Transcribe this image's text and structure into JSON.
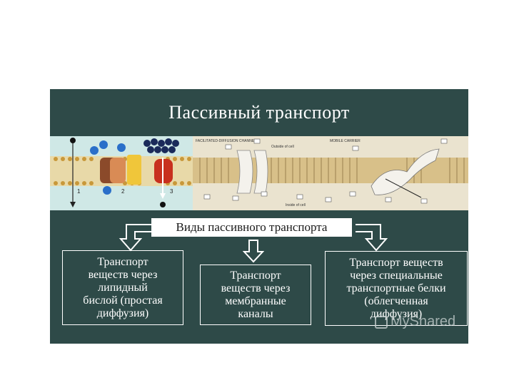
{
  "slide": {
    "title": "Пассивный транспорт",
    "header": "Виды пассивного транспорта",
    "boxes": {
      "left": [
        "Транспорт",
        "веществ через",
        "липидный",
        "бислой (простая",
        "диффузия)"
      ],
      "middle": [
        "Транспорт",
        "веществ через",
        "мембранные",
        "каналы"
      ],
      "right": [
        "Транспорт веществ",
        "через специальные",
        "транспортные белки",
        "(облегченная",
        "диффузия)"
      ]
    },
    "figure": {
      "labels": [
        "1",
        "2",
        "3"
      ],
      "right_labels": {
        "channel": "FACILITATED-DIFFUSION CHANNEL",
        "carrier": "MOBILE CARRIER",
        "outside": "Outside of cell",
        "inside": "Inside of cell"
      }
    }
  },
  "watermark": "MyShared",
  "colors": {
    "slide_bg": "#2e4a48",
    "text": "#ffffff"
  }
}
